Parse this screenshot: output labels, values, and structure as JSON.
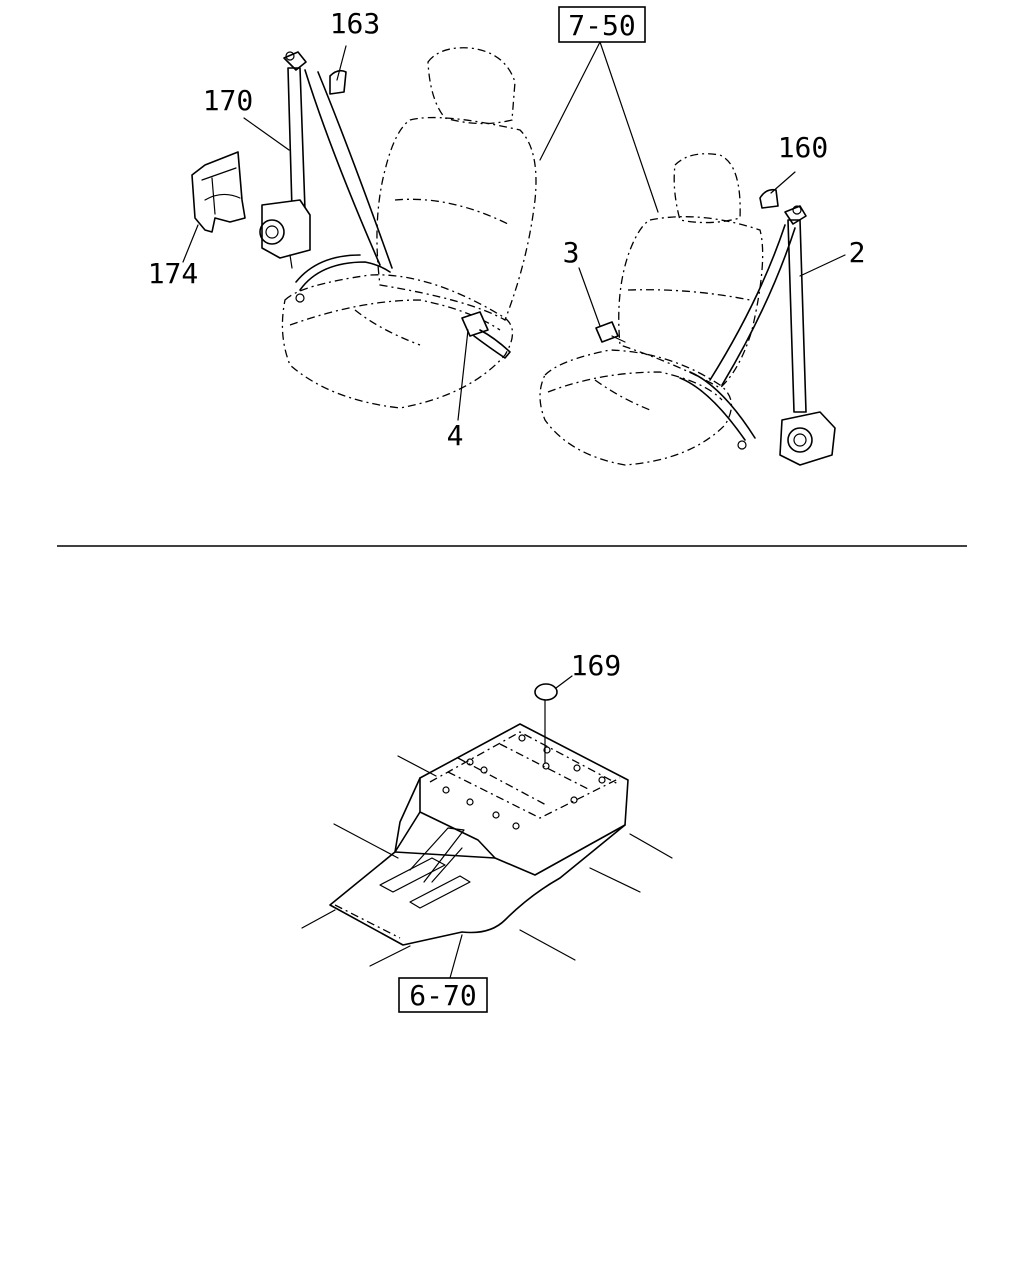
{
  "top_section": {
    "refs": {
      "seat_assembly_ref": "7-50"
    },
    "callouts": {
      "c163": "163",
      "c170": "170",
      "c174": "174",
      "c4": "4",
      "c3": "3",
      "c160": "160",
      "c2": "2"
    }
  },
  "bottom_section": {
    "refs": {
      "console_ref": "6-70"
    },
    "callouts": {
      "c169": "169"
    }
  }
}
